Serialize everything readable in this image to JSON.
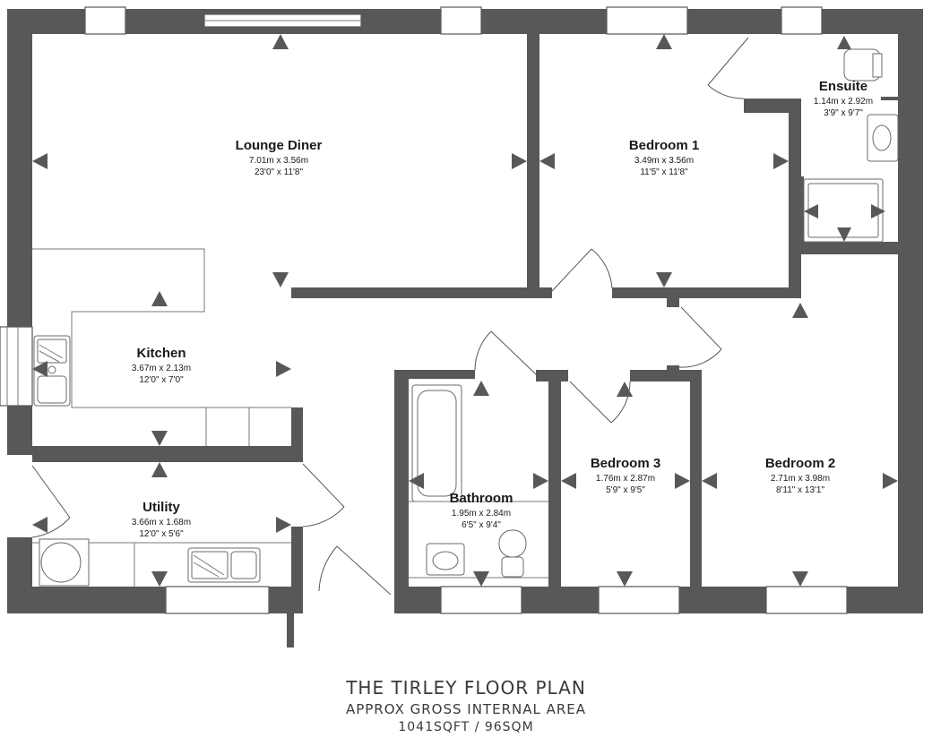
{
  "plan": {
    "title": "THE TIRLEY FLOOR PLAN",
    "area_label": "APPROX GROSS INTERNAL AREA",
    "area_value": "1041SQFT / 96SQM"
  },
  "rooms": {
    "lounge_diner": {
      "name": "Lounge Diner",
      "metric": "7.01m x 3.56m",
      "imperial": "23'0\" x 11'8\""
    },
    "bedroom1": {
      "name": "Bedroom 1",
      "metric": "3.49m x 3.56m",
      "imperial": "11'5\" x 11'8\""
    },
    "ensuite": {
      "name": "Ensuite",
      "metric": "1.14m x 2.92m",
      "imperial": "3'9\" x 9'7\""
    },
    "kitchen": {
      "name": "Kitchen",
      "metric": "3.67m x 2.13m",
      "imperial": "12'0\" x 7'0\""
    },
    "utility": {
      "name": "Utility",
      "metric": "3.66m x 1.68m",
      "imperial": "12'0\" x 5'6\""
    },
    "bathroom": {
      "name": "Bathroom",
      "metric": "1.95m x 2.84m",
      "imperial": "6'5\" x 9'4\""
    },
    "bedroom3": {
      "name": "Bedroom 3",
      "metric": "1.76m x 2.87m",
      "imperial": "5'9\" x 9'5\""
    },
    "bedroom2": {
      "name": "Bedroom 2",
      "metric": "2.71m x 3.98m",
      "imperial": "8'11\" x 13'1\""
    }
  },
  "colors": {
    "wall": "#58585a",
    "text": "#1a1a1a",
    "title": "#3a3a3a"
  }
}
